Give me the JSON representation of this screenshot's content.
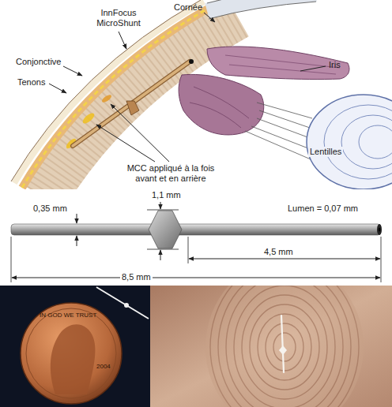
{
  "diagram": {
    "labels": [
      "Cornée",
      "InnFocus MicroShunt",
      "Iris",
      "Conjonctive",
      "Tenons",
      "Lentilles",
      "MCC appliqué à la fois avant et en arrière",
      "1,1 mm",
      "0,35 mm",
      "Lumen = 0,07 mm",
      "8,5 mm",
      "4,5 mm",
      "IN GOD WE TRUST",
      "2004"
    ]
  }
}
